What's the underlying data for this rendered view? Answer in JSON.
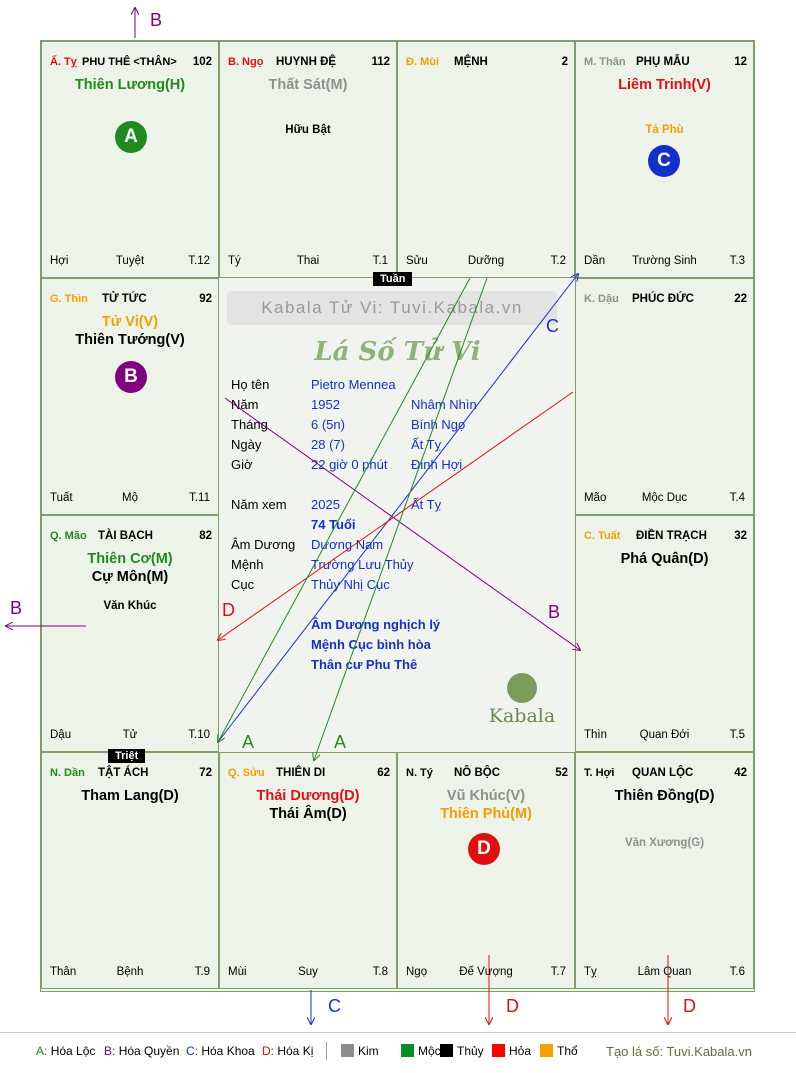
{
  "colors": {
    "green": "#1f8a1f",
    "red": "#e01010",
    "purple": "#800080",
    "blue": "#1530c8",
    "grey": "#8f8f8f",
    "orange": "#f0a000"
  },
  "cells": [
    {
      "id": "ty",
      "branch": "Ấ. Tỵ",
      "branch_color": "red",
      "name": "PHU THÊ <THÂN>",
      "num": "102",
      "stars": [
        {
          "t": "Thiên Lương(H)",
          "c": "green"
        }
      ],
      "minor": [],
      "foot": {
        "l": "Hợi",
        "m": "Tuyệt",
        "r": "T.12"
      },
      "circle": {
        "label": "A",
        "color": "green"
      }
    },
    {
      "id": "ngo",
      "branch": "B. Ngọ",
      "branch_color": "red",
      "name": "HUYNH ĐỆ",
      "num": "112",
      "stars": [
        {
          "t": "Thất Sát(M)",
          "c": "grey"
        }
      ],
      "minor": [
        {
          "t": "Hữu Bật",
          "c": "blk"
        }
      ],
      "foot": {
        "l": "Tý",
        "m": "Thai",
        "r": "T.1"
      }
    },
    {
      "id": "mui",
      "branch": "Đ. Mùi",
      "branch_color": "orange",
      "name": "MỆNH",
      "num": "2",
      "stars": [],
      "minor": [],
      "foot": {
        "l": "Sửu",
        "m": "Dưỡng",
        "r": "T.2"
      }
    },
    {
      "id": "than",
      "branch": "M. Thân",
      "branch_color": "grey",
      "name": "PHỤ MẪU",
      "num": "12",
      "stars": [
        {
          "t": "Liêm Trinh(V)",
          "c": "red"
        }
      ],
      "minor": [
        {
          "t": "Tả Phù",
          "c": "org"
        }
      ],
      "foot": {
        "l": "Dần",
        "m": "Trường Sinh",
        "r": "T.3"
      },
      "circle": {
        "label": "C",
        "color": "blue"
      }
    },
    {
      "id": "thin",
      "branch": "G. Thìn",
      "branch_color": "orange",
      "name": "TỬ TỨC",
      "num": "92",
      "stars": [
        {
          "t": "Tử Vi(V)",
          "c": "org"
        },
        {
          "t": "Thiên Tướng(V)",
          "c": "blk"
        }
      ],
      "minor": [],
      "foot": {
        "l": "Tuất",
        "m": "Mộ",
        "r": "T.11"
      },
      "circle": {
        "label": "B",
        "color": "purple"
      }
    },
    {
      "id": "dau",
      "branch": "K. Dậu",
      "branch_color": "grey",
      "name": "PHÚC ĐỨC",
      "num": "22",
      "stars": [],
      "minor": [],
      "foot": {
        "l": "Mão",
        "m": "Mộc Dục",
        "r": "T.4"
      }
    },
    {
      "id": "mao",
      "branch": "Q. Mão",
      "branch_color": "green",
      "name": "TÀI BẠCH",
      "num": "82",
      "stars": [
        {
          "t": "Thiên Cơ(M)",
          "c": "green"
        },
        {
          "t": "Cự Môn(M)",
          "c": "blk"
        }
      ],
      "minor": [
        {
          "t": "Văn Khúc",
          "c": "blk"
        }
      ],
      "foot": {
        "l": "Dậu",
        "m": "Tử",
        "r": "T.10"
      }
    },
    {
      "id": "tuat",
      "branch": "C. Tuất",
      "branch_color": "orange",
      "name": "ĐIỀN TRẠCH",
      "num": "32",
      "stars": [
        {
          "t": "Phá Quân(D)",
          "c": "blk"
        }
      ],
      "minor": [],
      "foot": {
        "l": "Thìn",
        "m": "Quan Đới",
        "r": "T.5"
      }
    },
    {
      "id": "dan",
      "branch": "N. Dần",
      "branch_color": "green",
      "name": "TẬT ÁCH",
      "num": "72",
      "stars": [
        {
          "t": "Tham Lang(D)",
          "c": "blk"
        }
      ],
      "minor": [],
      "foot": {
        "l": "Thân",
        "m": "Bệnh",
        "r": "T.9"
      }
    },
    {
      "id": "suu",
      "branch": "Q. Sửu",
      "branch_color": "orange",
      "name": "THIÊN DI",
      "num": "62",
      "stars": [
        {
          "t": "Thái Dương(D)",
          "c": "red"
        },
        {
          "t": "Thái Âm(D)",
          "c": "blk"
        }
      ],
      "minor": [],
      "foot": {
        "l": "Mùi",
        "m": "Suy",
        "r": "T.8"
      }
    },
    {
      "id": "tyy",
      "branch": "N. Tý",
      "branch_color": "blk",
      "name": "NÔ BỘC",
      "num": "52",
      "stars": [
        {
          "t": "Vũ Khúc(V)",
          "c": "grey"
        },
        {
          "t": "Thiên Phủ(M)",
          "c": "org"
        }
      ],
      "minor": [],
      "foot": {
        "l": "Ngọ",
        "m": "Đế Vượng",
        "r": "T.7"
      },
      "circle": {
        "label": "D",
        "color": "red"
      }
    },
    {
      "id": "hoi",
      "branch": "T. Hợi",
      "branch_color": "blk",
      "name": "QUAN LỘC",
      "num": "42",
      "stars": [
        {
          "t": "Thiên Đồng(D)",
          "c": "blk"
        }
      ],
      "minor": [
        {
          "t": "Văn Xương(G)",
          "c": "gry"
        }
      ],
      "foot": {
        "l": "Tỵ",
        "m": "Lâm Quan",
        "r": "T.6"
      }
    }
  ],
  "center": {
    "watermark": "Kabala Tử Vi: Tuvi.Kabala.vn",
    "title": "Lá Số Tử Vi",
    "logo_text": "Kabala",
    "rows": [
      {
        "label": "Họ tên",
        "v1": "Pietro Mennea",
        "v2": ""
      },
      {
        "label": "Năm",
        "v1": "1952",
        "v2": "Nhâm Nhìn"
      },
      {
        "label": "Tháng",
        "v1": "6  (5n)",
        "v2": "Bính Ngọ"
      },
      {
        "label": "Ngày",
        "v1": "28  (7)",
        "v2": "Ất Tỵ"
      },
      {
        "label": "Giờ",
        "v1": "22 giờ 0 phút",
        "v2": "Đinh Hợi"
      }
    ],
    "year_label": "Năm xem",
    "year_value": "2025",
    "year_can": "Ất Tỵ",
    "age": "74 Tuổi",
    "rows2": [
      {
        "label": "Âm Dương",
        "v1": "Dương Nam"
      },
      {
        "label": "Mệnh",
        "v1": "Trường Lưu Thủy"
      },
      {
        "label": "Cục",
        "v1": "Thủy Nhị Cục"
      }
    ],
    "notes": [
      "Âm Dương nghịch lý",
      "Mệnh Cục bình hòa",
      "Thân cư Phu Thê"
    ]
  },
  "tags": {
    "tuan": "Tuần",
    "triet": "Triệt"
  },
  "arrow_labels": [
    "B",
    "B",
    "C",
    "B",
    "D",
    "A",
    "A",
    "C",
    "D",
    "D"
  ],
  "legend": {
    "items": [
      {
        "k": "A:",
        "v": "Hóa Lộc",
        "c": "green"
      },
      {
        "k": "B:",
        "v": "Hóa Quyền",
        "c": "purple"
      },
      {
        "k": "C:",
        "v": "Hóa Khoa",
        "c": "blue"
      },
      {
        "k": "D:",
        "v": "Hóa Kị",
        "c": "red"
      }
    ],
    "elements": [
      {
        "v": "Kim",
        "c": "#8c8c8c"
      },
      {
        "v": "Mộc",
        "c": "#0a8a2a"
      },
      {
        "v": "Thủy",
        "c": "#000000"
      },
      {
        "v": "Hỏa",
        "c": "#ff0000"
      },
      {
        "v": "Thổ",
        "c": "#f5a300"
      }
    ],
    "site": "Tạo lá số: Tuvi.Kabala.vn"
  }
}
